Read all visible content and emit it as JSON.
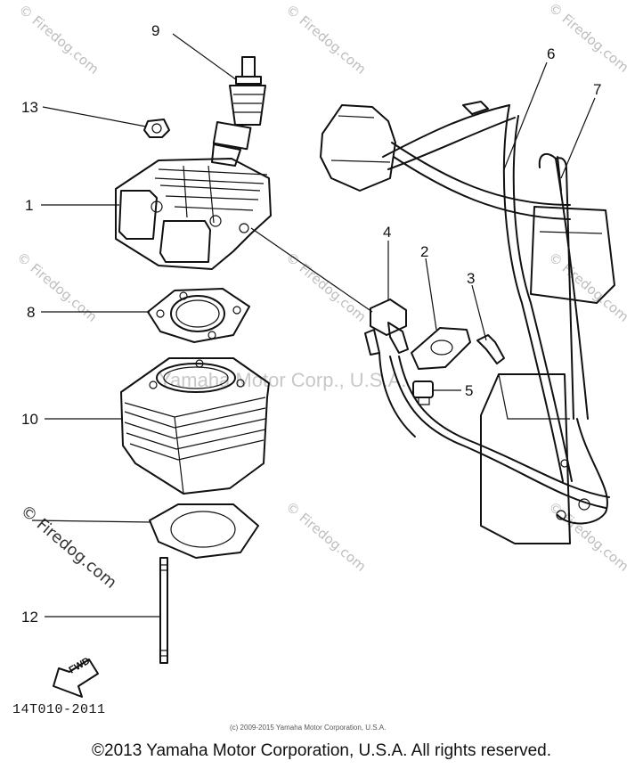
{
  "callouts": [
    {
      "label": "1"
    },
    {
      "label": "2"
    },
    {
      "label": "3"
    },
    {
      "label": "4"
    },
    {
      "label": "5"
    },
    {
      "label": "6"
    },
    {
      "label": "7"
    },
    {
      "label": "8"
    },
    {
      "label": "9"
    },
    {
      "label": "10"
    },
    {
      "label": "12"
    },
    {
      "label": "13"
    }
  ],
  "fwd_label": "FWD",
  "diagram_code": "14T010-2011",
  "small_copyright": "(c) 2009-2015 Yamaha Motor Corporation, U.S.A.",
  "copyright": "©2013 Yamaha Motor Corporation, U.S.A. All rights reserved.",
  "watermark": "© Firedog.com",
  "ghost_text": "Yamaha Motor Corp., U.S.A."
}
